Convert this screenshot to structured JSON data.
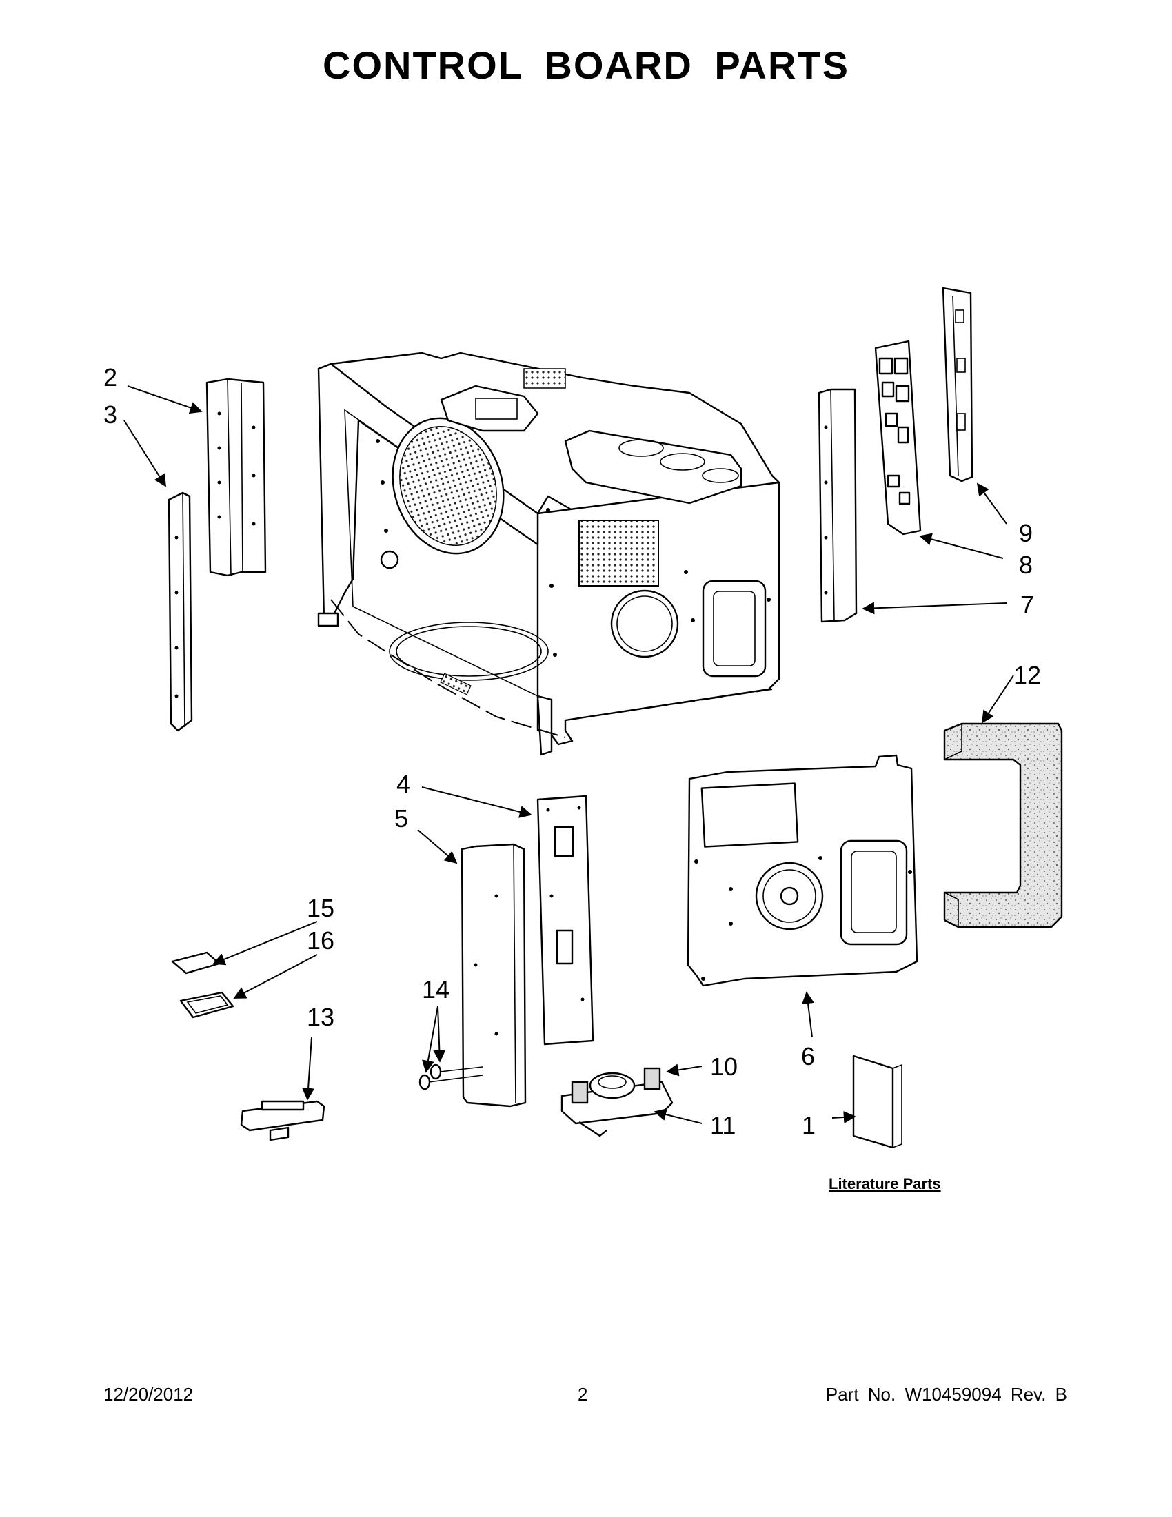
{
  "title": "CONTROL BOARD PARTS",
  "callouts": [
    "1",
    "2",
    "3",
    "4",
    "5",
    "6",
    "7",
    "8",
    "9",
    "10",
    "11",
    "12",
    "13",
    "14",
    "15",
    "16"
  ],
  "literature_label": "Literature Parts",
  "footer": {
    "date": "12/20/2012",
    "page": "2",
    "part_number": "Part No.  W10459094  Rev.  B"
  }
}
